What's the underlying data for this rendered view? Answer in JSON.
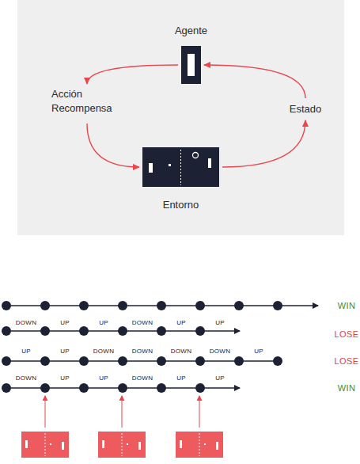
{
  "diagram": {
    "nodes": [
      {
        "text": [
          "Agente"
        ]
      },
      {
        "text": [
          "Acción",
          "Recompensa"
        ]
      },
      {
        "text": [
          "Entorno"
        ]
      },
      {
        "text": [
          "Estado"
        ]
      }
    ],
    "edges": [
      {
        "from": 0,
        "to": 1,
        "arrow": "to"
      },
      {
        "from": 1,
        "to": 2,
        "arrow": "to"
      },
      {
        "from": 2,
        "to": 3,
        "arrow": "to"
      },
      {
        "from": 3,
        "to": 0,
        "arrow": "to"
      }
    ],
    "labels": [
      "WIN",
      "DOWN",
      "UP",
      "UP",
      "DOWN",
      "UP",
      "UP",
      "LOSE",
      "UP",
      "UP",
      "DOWN",
      "DOWN",
      "DOWN",
      "DOWN",
      "UP",
      "LOSE",
      "DOWN",
      "UP",
      "UP",
      "DOWN",
      "UP",
      "UP",
      "WIN"
    ]
  }
}
